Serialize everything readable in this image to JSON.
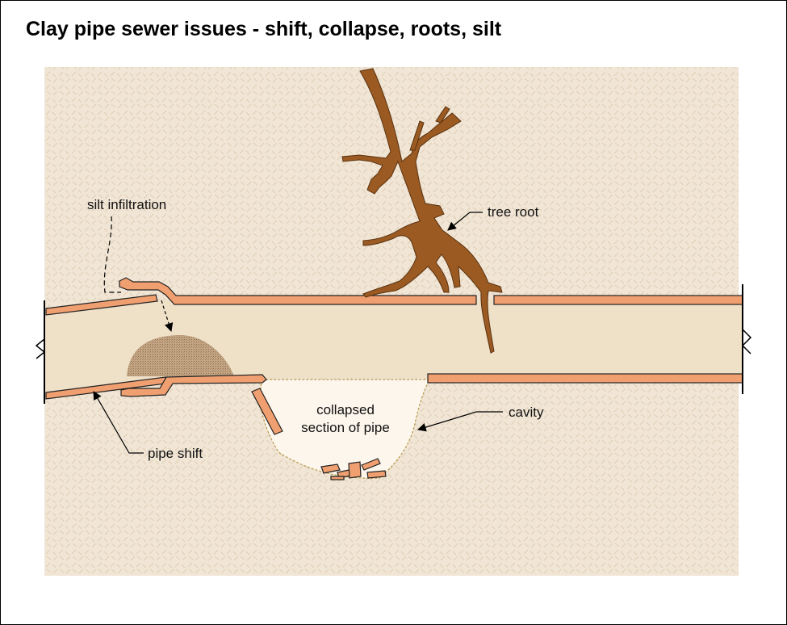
{
  "title": "Clay pipe sewer issues - shift, collapse, roots, silt",
  "labels": {
    "silt": "silt infiltration",
    "root": "tree root",
    "collapsed_line1": "collapsed",
    "collapsed_line2": "section of pipe",
    "cavity": "cavity",
    "shift": "pipe shift"
  },
  "colors": {
    "soil": "#F1E6D6",
    "soil_pattern": "#E3D1B9",
    "pipe_wall": "#F0A070",
    "pipe_interior": "#EFE0C8",
    "root": "#9A5A22",
    "silt": "#C4A584",
    "cavity": "#FDF6EC"
  }
}
